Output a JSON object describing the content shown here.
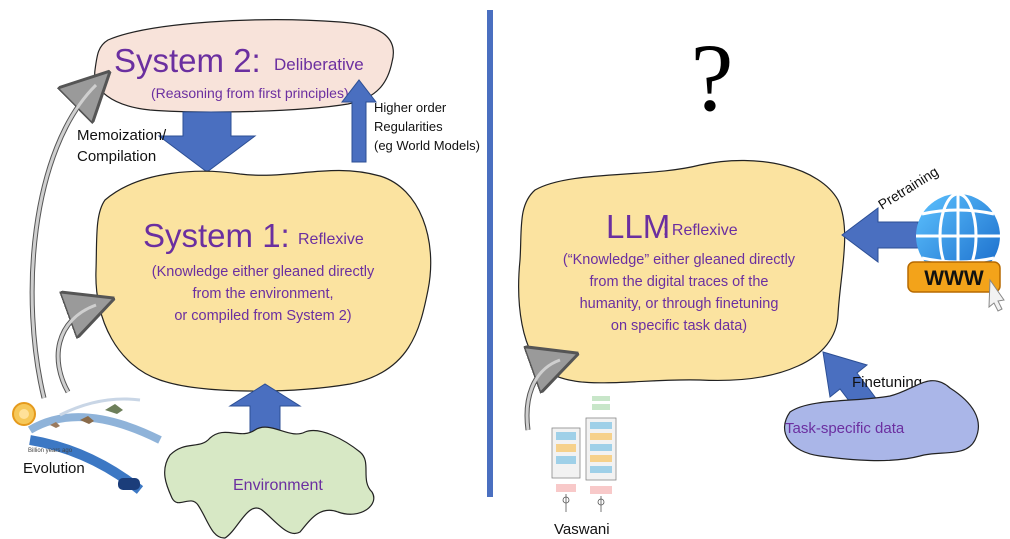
{
  "left": {
    "system2": {
      "title": "System 2:",
      "subtitle": "Deliberative",
      "detail": "(Reasoning from first principles)"
    },
    "memoization_label": [
      "Memoization/",
      "Compilation"
    ],
    "higher_order_label": [
      "Higher order",
      "Regularities",
      "(eg World Models)"
    ],
    "system1": {
      "title": "System 1:",
      "subtitle": "Reflexive",
      "detail": [
        "(Knowledge either gleaned directly",
        "from the environment,",
        "or compiled from System 2)"
      ]
    },
    "evolution_label": "Evolution",
    "evolution_caption": "Billion years ago",
    "environment_label": "Environment"
  },
  "right": {
    "question_mark": "?",
    "llm": {
      "title": "LLM",
      "subtitle": ": Reflexive",
      "detail": [
        "(“Knowledge” either gleaned directly",
        "from the digital traces of the",
        "humanity, or through finetuning",
        "on specific task data)"
      ]
    },
    "pretraining_label": "Pretraining",
    "www_label": "WWW",
    "finetuning_label": "Finetuning",
    "task_data_label": "Task-specific data",
    "vaswani_label": "Vaswani"
  },
  "colors": {
    "system2_fill": "#f8e3da",
    "system1_fill": "#fbe3a0",
    "environment_fill": "#d7e8c5",
    "task_data_fill": "#aab6e8",
    "arrow_blue": "#4a6fc0",
    "divider_blue": "#4a6fc0",
    "text_purple": "#6b2fa0"
  }
}
